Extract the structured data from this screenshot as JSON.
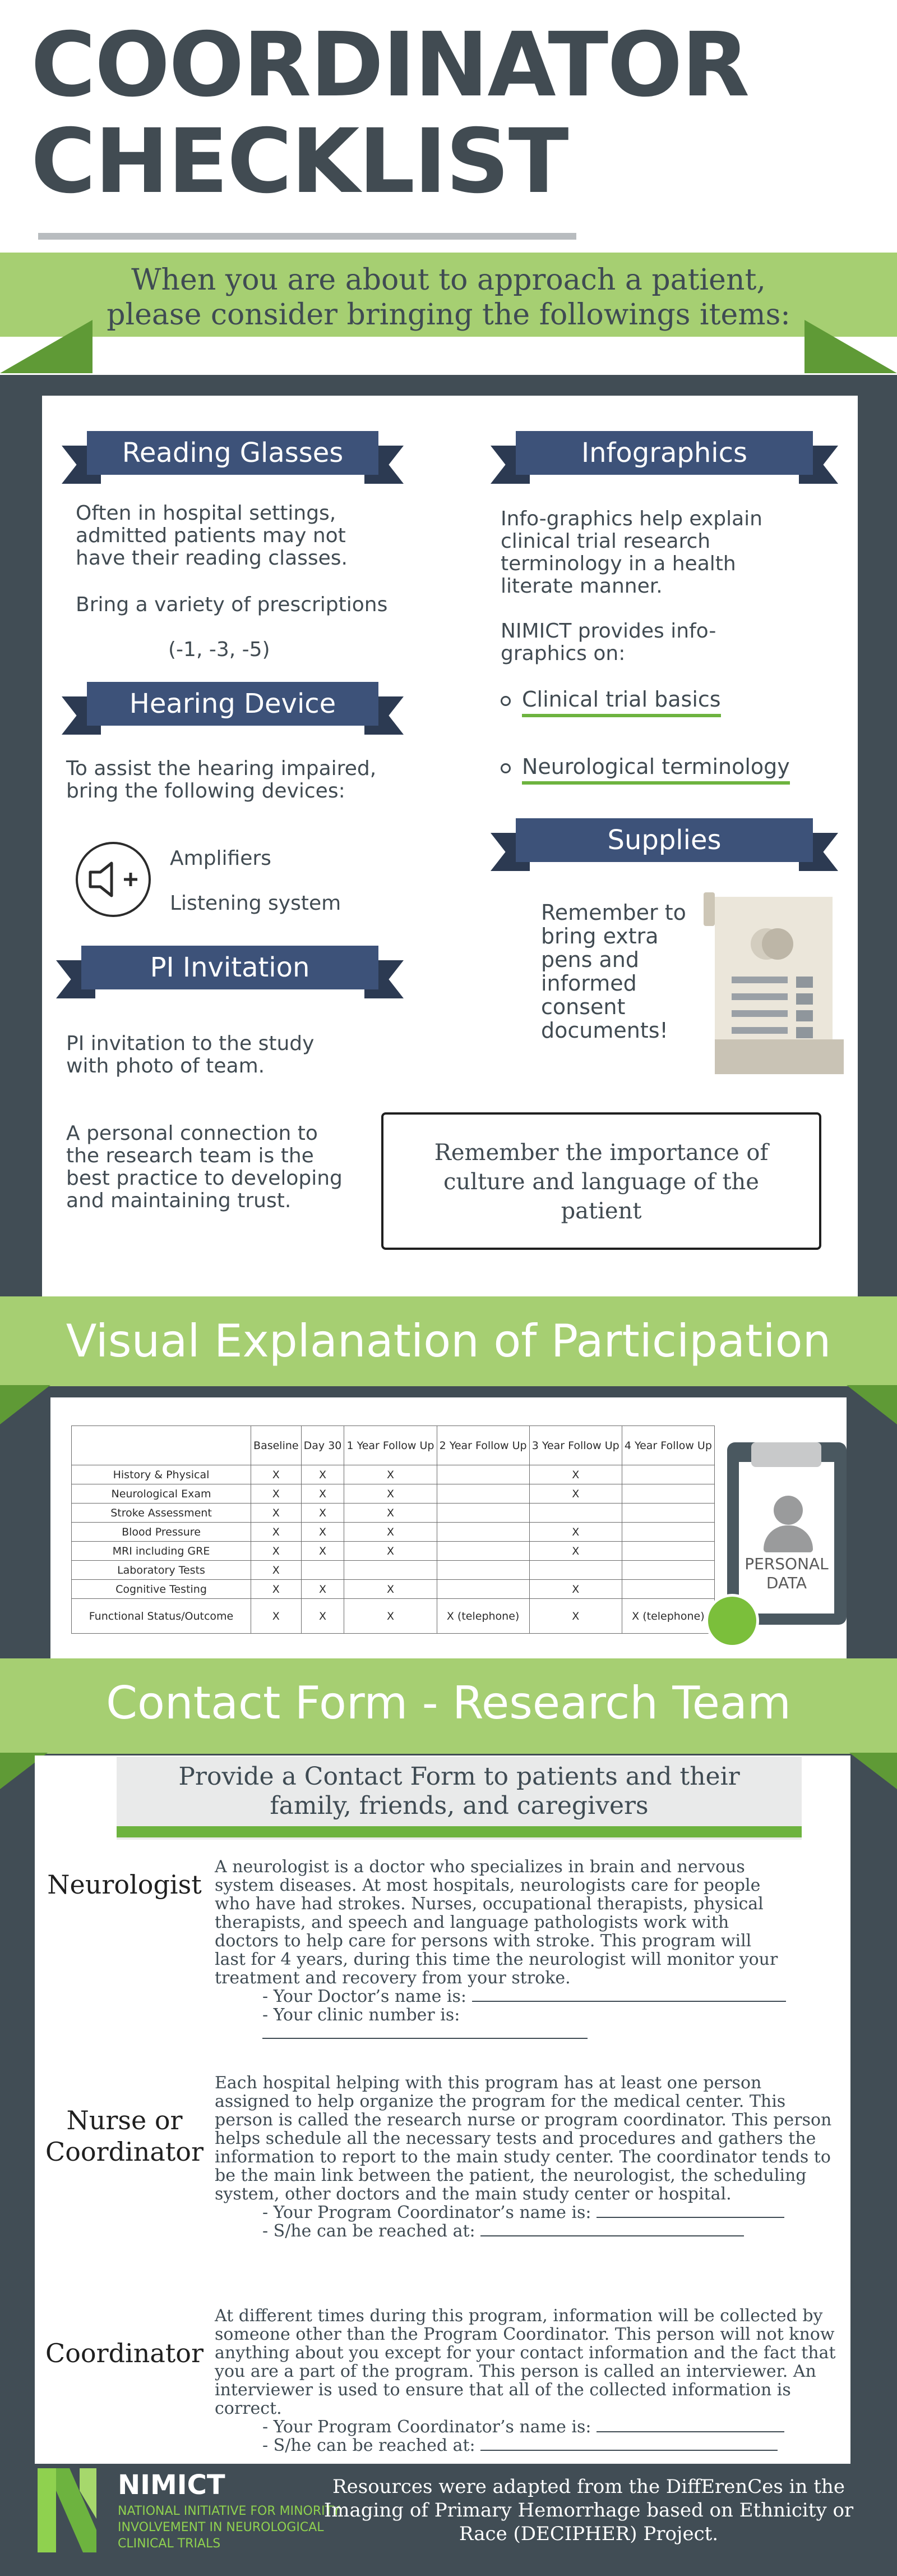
{
  "header": {
    "title_line1": "COORDINATOR",
    "title_line2": "CHECKLIST",
    "intro_line1": "When you are about to approach a patient,",
    "intro_line2": "please consider bringing the followings items:"
  },
  "reading_glasses": {
    "heading": "Reading Glasses",
    "text1": "Often in hospital settings, admitted patients may not have their reading classes.",
    "text2": "Bring a variety of prescriptions",
    "prescriptions": "(-1, -3, -5)"
  },
  "hearing_device": {
    "heading": "Hearing Device",
    "text": "To assist the hearing impaired, bring the following devices:",
    "item1": "Amplifiers",
    "item2": "Listening system",
    "icon": "speaker-plus-icon"
  },
  "pi_invitation": {
    "heading": "PI Invitation",
    "text1": "PI invitation to the study with photo of team.",
    "text2": "A personal connection to the research team is the best practice to developing and maintaining trust."
  },
  "infographics": {
    "heading": "Infographics",
    "text1": "Info-graphics help explain clinical trial research terminology in a health literate manner.",
    "text2": "NIMICT provides info-graphics on:",
    "link1": "Clinical trial basics",
    "link2": "Neurological terminology"
  },
  "supplies": {
    "heading": "Supplies",
    "text": "Remember to bring extra pens and informed consent documents!",
    "icon": "document-icon"
  },
  "reminder": "Remember the importance of culture and language of the patient",
  "visual": {
    "title": "Visual Explanation of Participation",
    "table": {
      "headers": [
        "",
        "Baseline",
        "Day 30",
        "1 Year Follow Up",
        "2 Year Follow Up",
        "3 Year Follow Up",
        "4 Year Follow Up"
      ],
      "rows": [
        [
          "History & Physical",
          "X",
          "X",
          "X",
          "",
          "X",
          ""
        ],
        [
          "Neurological Exam",
          "X",
          "X",
          "X",
          "",
          "X",
          ""
        ],
        [
          "Stroke Assessment",
          "X",
          "X",
          "X",
          "",
          "",
          ""
        ],
        [
          "Blood Pressure",
          "X",
          "X",
          "X",
          "",
          "X",
          ""
        ],
        [
          "MRI including GRE",
          "X",
          "X",
          "X",
          "",
          "X",
          ""
        ],
        [
          "Laboratory Tests",
          "X",
          "",
          "",
          "",
          "",
          ""
        ],
        [
          "Cognitive  Testing",
          "X",
          "X",
          "X",
          "",
          "X",
          ""
        ],
        [
          "Functional Status/Outcome",
          "X",
          "X",
          "X",
          "X (telephone)",
          "X",
          "X (telephone)"
        ]
      ]
    },
    "clipboard_label": "PERSONAL DATA",
    "clipboard_icon": "person-icon"
  },
  "contact": {
    "title": "Contact Form - Research Team",
    "provide_line1": "Provide a Contact Form to patients and their",
    "provide_line2": "family, friends, and caregivers",
    "neurologist": {
      "label": "Neurologist",
      "text": "A neurologist is a doctor who specializes in brain and nervous system diseases. At most hospitals, neurologists care for people who have had strokes. Nurses, occupational therapists, physical therapists, and speech and language pathologists work with doctors to help care for persons with stroke. This program will last for 4 years, during this time the neurologist will monitor your treatment and recovery from your stroke.",
      "field1": "-   Your Doctor’s name is:",
      "field2": "-   Your clinic number is:"
    },
    "nurse": {
      "label_line1": "Nurse or",
      "label_line2": "Coordinator",
      "text": "Each hospital helping with this program has at least one person assigned to help organize the program for the medical center. This person is called the research nurse or program coordinator. This person helps schedule all the necessary tests and procedures and gathers the information to report to the main study center. The coordinator tends to be the main link between the patient, the neurologist, the scheduling system, other doctors and the main study center or hospital.",
      "field1": "-  Your Program Coordinator’s name is:",
      "field2": "-  S/he can be reached at:"
    },
    "coordinator": {
      "label": "Coordinator",
      "text": "At different times during this program, information will be collected by someone other than the Program Coordinator.  This person will not know anything about you except for your contact information and the fact that you are a part of the program. This person is called an interviewer.  An interviewer is used to ensure that all of the collected information is correct.",
      "field1": "-  Your Program Coordinator’s name is:",
      "field2": "-  S/he can be reached at:"
    }
  },
  "footer": {
    "logo_name": "NIMICT",
    "logo_sub": "NATIONAL INITIATIVE FOR MINORITY INVOLVEMENT IN NEUROLOGICAL CLINICAL TRIALS",
    "resources": "Resources were adapted  from the  DiffErenCes in the Imaging of Primary Hemorrhage based on Ethnicity or Race (DECIPHER) Project."
  },
  "colors": {
    "dark_frame": "#414d55",
    "green_banner": "#a6cf72",
    "green_fold": "#5f9a36",
    "ribbon_blue": "#3d5279",
    "link_green": "#6db33f"
  }
}
